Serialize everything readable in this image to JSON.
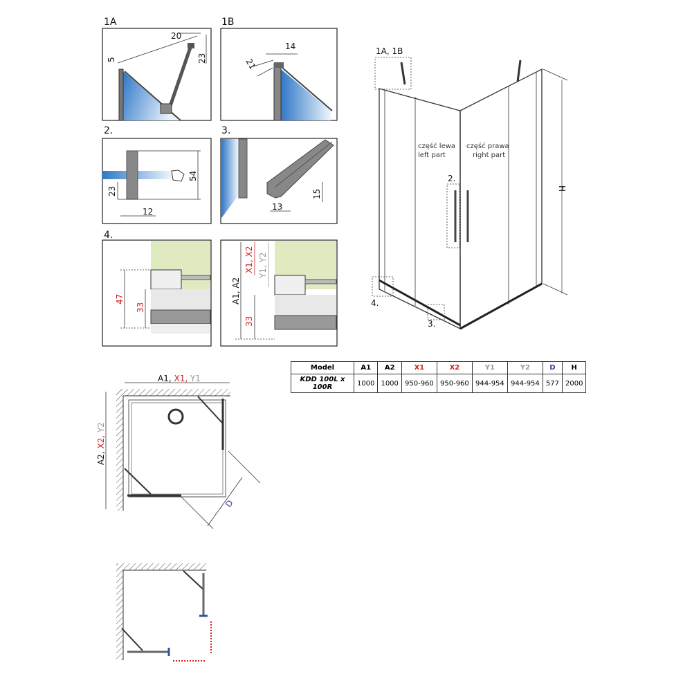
{
  "details": {
    "d1a": {
      "label": "1A",
      "dims": [
        "5",
        "20",
        "23"
      ]
    },
    "d1b": {
      "label": "1B",
      "dims": [
        "21",
        "14"
      ]
    },
    "d2": {
      "label": "2.",
      "dims": [
        "54",
        "23",
        "12"
      ]
    },
    "d3": {
      "label": "3.",
      "dims": [
        "15",
        "13"
      ]
    },
    "d4": {
      "label": "4.",
      "dims": [
        "47",
        "33"
      ]
    },
    "d4b": {
      "dims": [
        "X1, X2",
        "Y1, Y2",
        "A1, A2",
        "33"
      ]
    }
  },
  "main_view": {
    "callout_1": "1A, 1B",
    "callout_2": "2.",
    "callout_3": "3.",
    "callout_4": "4.",
    "left_pl": "część lewa",
    "left_en": "left part",
    "right_pl": "część prawa",
    "right_en": "right part",
    "height_label": "H"
  },
  "table": {
    "headers": [
      "Model",
      "A1",
      "A2",
      "X1",
      "X2",
      "Y1",
      "Y2",
      "D",
      "H"
    ],
    "rows": [
      [
        "KDD 100L x 100R",
        "1000",
        "1000",
        "950-960",
        "950-960",
        "944-954",
        "944-954",
        "577",
        "2000"
      ]
    ]
  },
  "plan": {
    "top_a": "A1,",
    "top_x": " X1,",
    "top_y": " Y1",
    "side_a": "A2,",
    "side_x": " X2,",
    "side_y": " Y2",
    "diag": "D"
  },
  "colors": {
    "red": "#d42020",
    "gray": "#999999",
    "purple": "#5a2ca0",
    "glass": "#2f78c8"
  }
}
